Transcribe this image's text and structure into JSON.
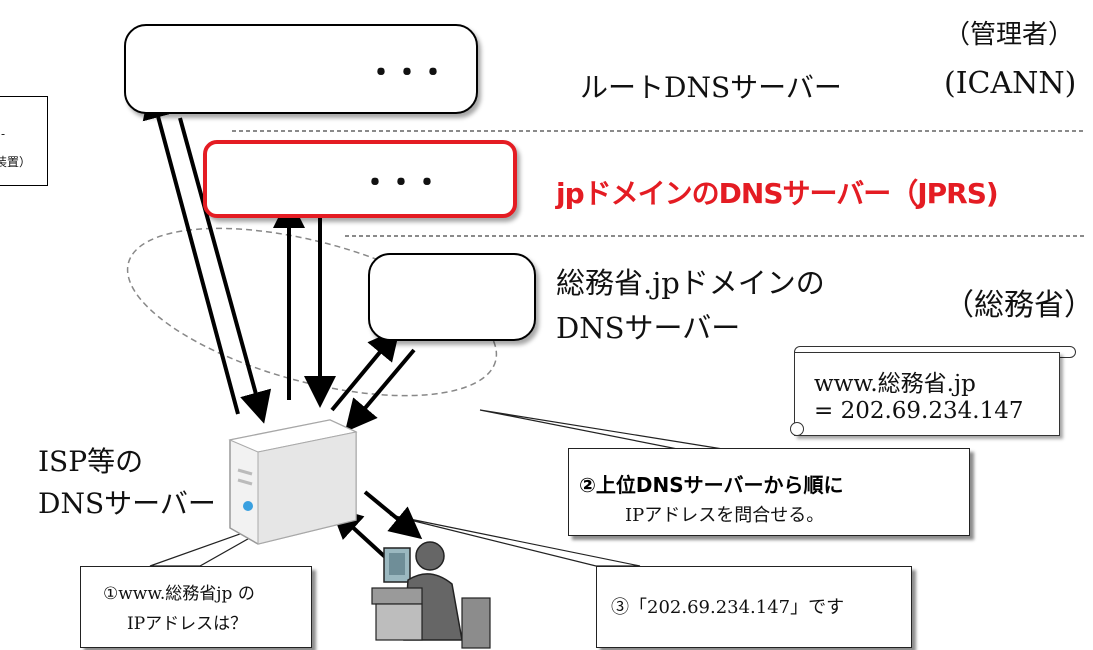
{
  "admin_header": "（管理者）",
  "root": {
    "label": "ルートDNSサーバー",
    "admin": "(ICANN)"
  },
  "jp": {
    "label": "jpドメインのDNSサーバー（JPRS)",
    "color": "#e41c23"
  },
  "soumu": {
    "label_line1": "総務省.jpドメインの",
    "label_line2": "DNSサーバー",
    "admin": "（総務省）"
  },
  "isp": {
    "label_line1": "ISP等の",
    "label_line2": "DNSサーバー"
  },
  "record": {
    "line1": "www.総務省.jp",
    "line2": "= 202.69.234.147"
  },
  "callout2": {
    "bold": "②上位DNSサーバーから順に",
    "normal": "IPアドレスを問合せる。"
  },
  "callout1": {
    "line1": "①www.総務省jp の",
    "line2": "IPアドレスは？"
  },
  "callout3": {
    "text": "③「202.69.234.147」です"
  },
  "ellipsis": "・・・",
  "left_cutoff": {
    "line1": "-",
    "line2": "装置）"
  }
}
